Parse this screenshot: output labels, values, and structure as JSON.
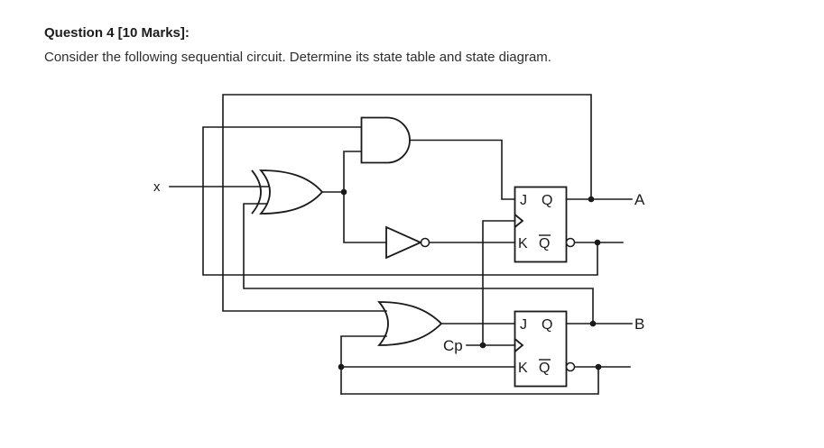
{
  "header": {
    "title": "Question 4 [10 Marks]:",
    "subtitle": "Consider the following sequential circuit. Determine its state table and state diagram."
  },
  "circuit": {
    "labels": {
      "input_x": "x",
      "clock": "Cp",
      "output_a": "A",
      "output_b": "B"
    },
    "flip_flop_a": {
      "j": "J",
      "q": "Q",
      "k": "K",
      "q_bar": "Q"
    },
    "flip_flop_b": {
      "j": "J",
      "q": "Q",
      "k": "K",
      "q_bar": "Q"
    },
    "gate_icons": {
      "xor": "xor-gate",
      "and": "and-gate",
      "not": "not-gate",
      "or": "or-gate"
    },
    "colors": {
      "line": "#1a1a1a",
      "background": "#ffffff"
    }
  }
}
